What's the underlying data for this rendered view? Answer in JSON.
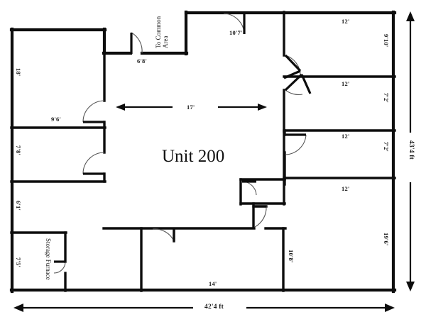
{
  "plan": {
    "unit_title": "Unit 200",
    "overall_width_label": "42'4 ft",
    "overall_height_label": "43'4 ft",
    "corridor_note": "To Common\nArea",
    "storage_room_name": "Storage Furnace",
    "dimensions": {
      "entry_door_width": "6'8'",
      "top_room_width": "10'7'",
      "center_span": "17'",
      "left_top_room_height": "18'",
      "left_top_room_width": "9'6'",
      "left_mid_room_height": "7'8'",
      "left_corridor_height": "6'1'",
      "storage_room_height": "7'5'",
      "right_room_1_width": "12'",
      "right_room_1_height": "9'10'",
      "right_room_2_width": "12'",
      "right_room_2_height": "7'2'",
      "right_room_3_width": "12'",
      "right_room_3_height": "7'2'",
      "right_room_4_width": "12'",
      "right_room_4_height": "19'6'",
      "bottom_room_width": "14'",
      "bottom_right_room_height": "10'8'"
    },
    "colors": {
      "wall": "#0d0d0d",
      "text": "#1a1a1a",
      "background": "#ffffff",
      "door_arc": "#555555"
    }
  }
}
